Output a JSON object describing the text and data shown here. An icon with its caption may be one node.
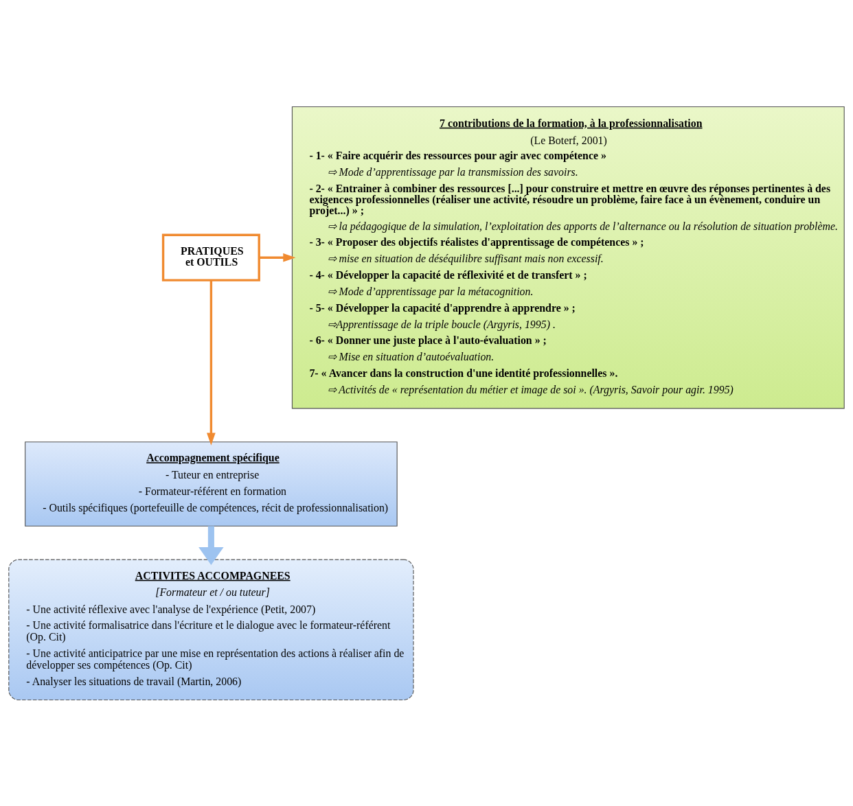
{
  "diagram": {
    "nodes": [
      {
        "text": [
          "PRATIQUES et OUTILS"
        ]
      },
      {
        "text": [
          "7 contributions de la formation, à la professionnalisation",
          "(Le Boterf, 2001)",
          "- 1- « Faire acquérir des ressources pour agir avec compétence »",
          "⇨ Mode d’apprentissage par la transmission des savoirs.",
          "- 2- « Entrainer à combiner des ressources [...] pour construire et mettre en œuvre des réponses pertinentes à des exigences professionnelles (réaliser une activité, résoudre un problème, faire face à un évènement, conduire un projet...) » ;",
          "⇨ la pédagogique de la simulation, l’exploitation des apports de l’alternance ou la résolution de situation problème.",
          "- 3- « Proposer des objectifs réalistes d'apprentissage de compétences » ;",
          "⇨ mise en situation de déséquilibre suffisant mais non excessif.",
          "- 4- « Développer la capacité de réflexivité et de transfert » ;",
          "⇨ Mode d’apprentissage par la métacognition.",
          "- 5- « Développer la capacité d'apprendre à apprendre » ;",
          "⇨Apprentissage de la triple boucle (Argyris, 1995) .",
          "- 6- « Donner une juste place à l'auto-évaluation » ;",
          "⇨ Mise en situation d’autoévaluation.",
          "7- « Avancer dans la construction d'une identité professionnelles ».",
          "⇨ Activités de « représentation du métier et image de soi ». (Argyris, Savoir pour agir. 1995)"
        ]
      },
      {
        "text": [
          "Accompagnement spécifique",
          "- Tuteur en entreprise",
          "- Formateur-référent en formation",
          "- Outils spécifiques (portefeuille de compétences, récit de professionnalisation)"
        ]
      },
      {
        "text": [
          "ACTIVITES ACCOMPAGNEES",
          "[Formateur et / ou tuteur]",
          "- Une activité réflexive avec l'analyse de l'expérience (Petit, 2007)",
          "- Une activité formalisatrice dans l'écriture et le dialogue avec le formateur-référent (Op. Cit)",
          "- Une activité anticipatrice par une mise en représentation des actions à réaliser afin de développer ses compétences (Op. Cit)",
          "- Analyser les situations de travail (Martin, 2006)"
        ]
      }
    ],
    "edges": [
      {
        "from": 0,
        "to": 1,
        "arrow": "to"
      },
      {
        "from": 0,
        "to": 2,
        "arrow": "to"
      },
      {
        "from": 2,
        "to": 3,
        "arrow": "to",
        "style": "thick",
        "color": "#9dc3f0"
      }
    ]
  }
}
